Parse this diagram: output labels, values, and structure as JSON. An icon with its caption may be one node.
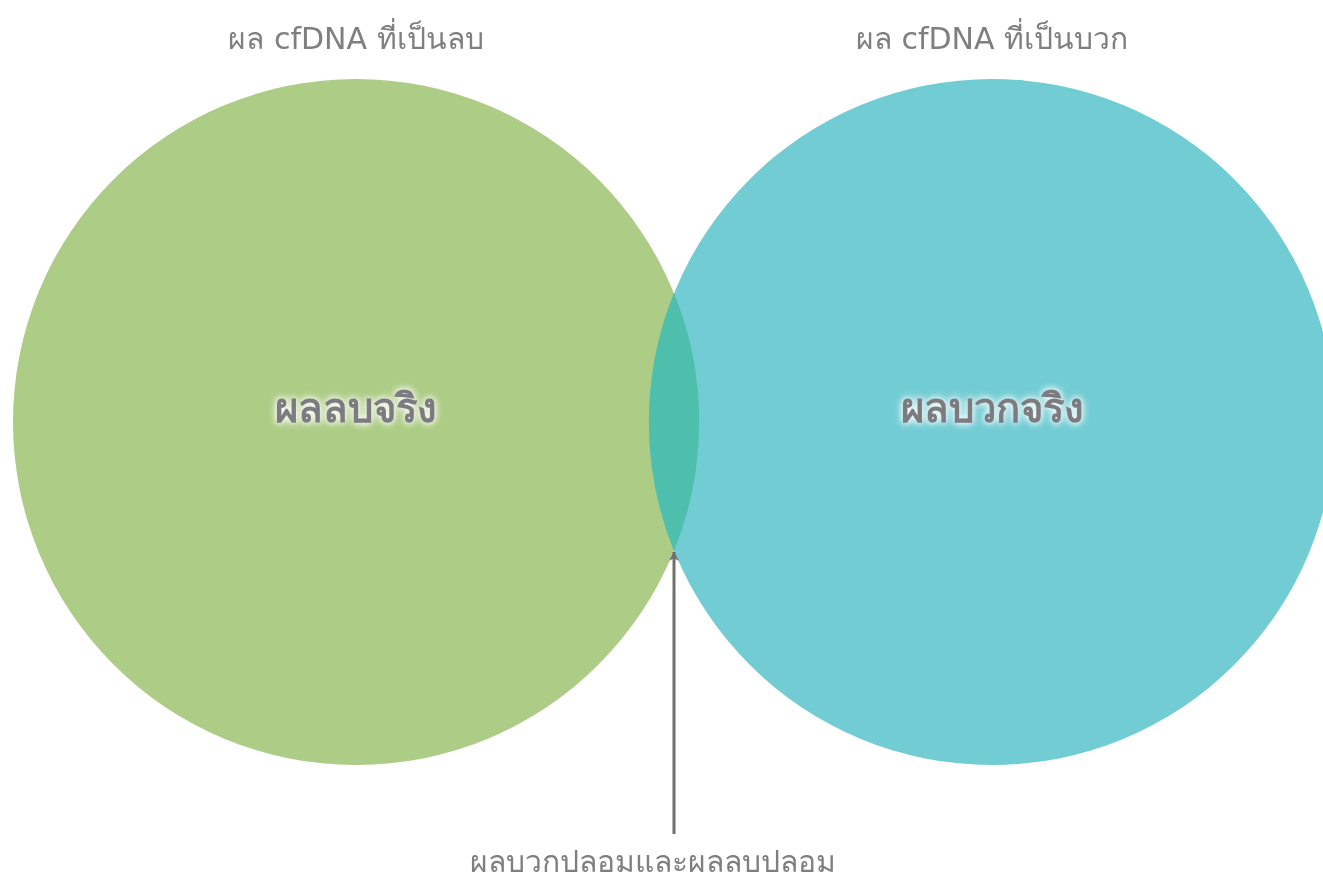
{
  "diagram": {
    "nodes": [
      {
        "text": [
          "ผล cfDNA ที่เป็นลบ",
          "ผลลบจริง"
        ]
      },
      {
        "text": [
          "ผล cfDNA ที่เป็นบวก",
          "ผลบวกจริง"
        ]
      },
      {
        "text": [],
        "shape": "lens"
      },
      {
        "text": [
          "ผลบวกปลอมและผลลบปลอม"
        ]
      }
    ],
    "edges": [
      {
        "from": 3,
        "to": 2,
        "arrow": "to"
      }
    ]
  }
}
